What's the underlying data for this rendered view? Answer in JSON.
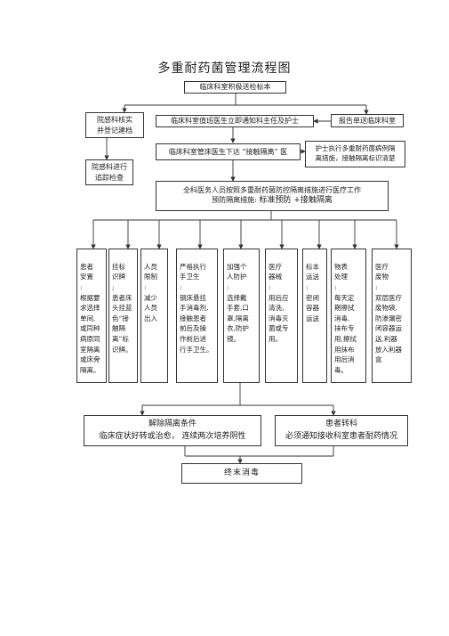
{
  "title": "多重耐药菌管理流程图",
  "nodes": {
    "lab_report": "临床科室积极送检标本",
    "infection_dept_verify": "院感科核实\n并登记建档",
    "notify_director": "临床科室值班医生立即通知科主任及护士",
    "report_dept": "报告单送临床科室",
    "doctor_order": "临床科室管床医生下达 “接触隔离” 医",
    "nurse_execute": "护士执行多重耐药菌病例隔\n离措施，接触隔离标识清楚",
    "infection_track": "院感科进行\n追踪检查",
    "all_staff_line1": "全科医务人员按照多重耐药菌防控隔离措施进行医疗工作",
    "all_staff_line2_prefix": "预防隔离措施:",
    "all_staff_line2_main": "标准预防 +接触隔离"
  },
  "measures": [
    {
      "text": "患者\n安置\n:\n根据要\n求选择\n单间,\n或同种\n病原同\n室隔离\n或床旁\n隔离。"
    },
    {
      "text": "挂标\n识牌\n;\n患者床\n头挂蓝\n色“接\n触隔\n离”标\n识牌。"
    },
    {
      "text": "人员\n限制\n:\n减少\n人员\n出入"
    },
    {
      "text": "严格执行\n手卫生\n:\n钢床悬挂\n手消毒剂,\n接触患者\n前后及操\n作前后进\n行手卫生。"
    },
    {
      "text": "加强个\n人防护\n:\n选择戴\n手套,口\n罩,隔离\n衣,防护\n镜。"
    },
    {
      "text": "医疗\n器械\n:\n用后应\n清洗、\n消毒灭\n菌或专\n用。"
    },
    {
      "text": "标本\n运送\n:\n密闭\n容器\n运送"
    },
    {
      "text": "物表\n处理\n:\n每天定\n期擦拭\n消毒,\n抹布专\n用,擦拭\n用抹布\n用后消\n毒。"
    },
    {
      "text": "医疗\n废物\n:\n双层医疗\n废物袋,\n防渗漏密\n闭容器运\n送,利器\n放入利器\n盒"
    }
  ],
  "outcomes": {
    "release_title": "解除隔离条件",
    "release_desc": "临床症状好转或治愈，  连续两次培养阴性",
    "transfer_title": "患者转科",
    "transfer_desc": "必须通知接收科室患者耐药情况",
    "final": "终末消毒"
  }
}
